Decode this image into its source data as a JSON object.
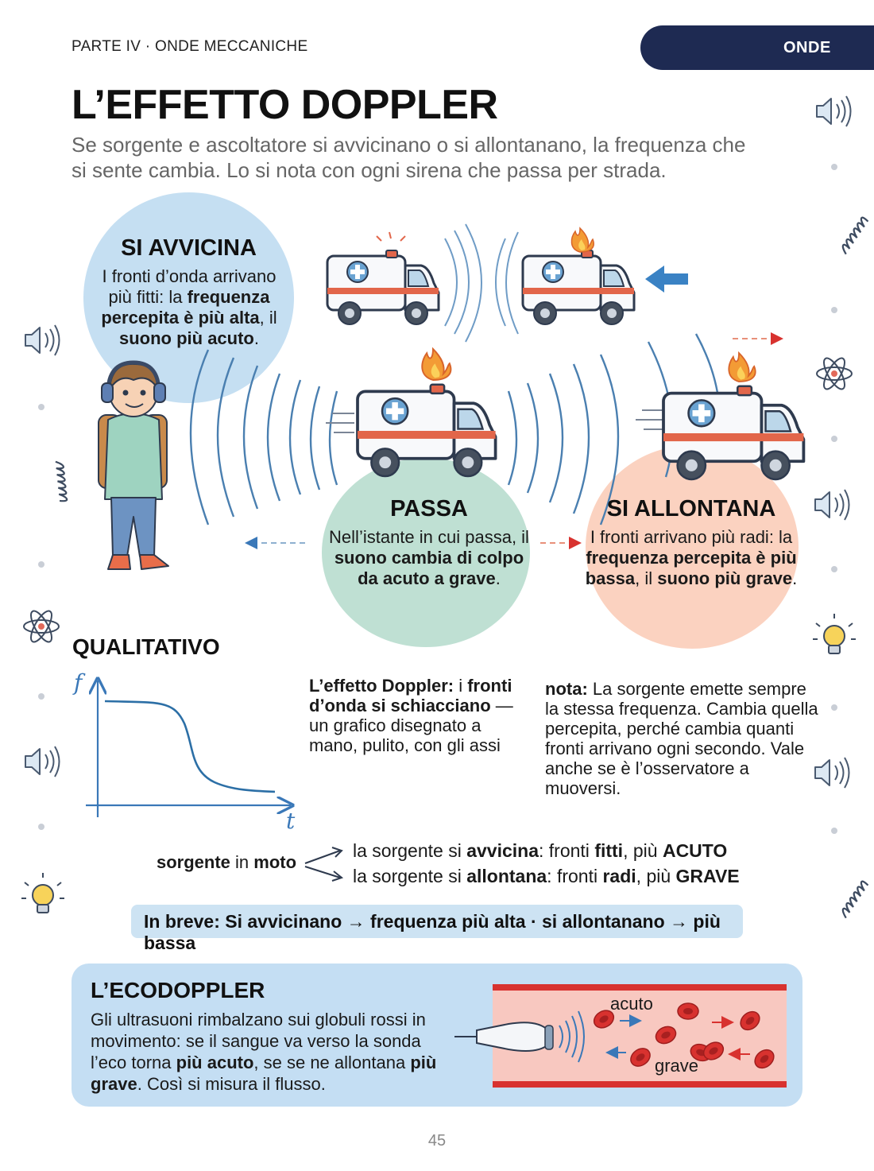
{
  "header": {
    "section": "PARTE IV · ONDE MECCANICHE",
    "tab": "ONDE"
  },
  "title": "L’EFFETTO DOPPLER",
  "intro": "Se sorgente e ascoltatore si avvicinano o si allontanano, la frequenza che si sente cambia. Lo si nota con ogni sirena che passa per strada.",
  "approach": {
    "title": "SI AVVICINA",
    "parts": [
      {
        "t": "I fronti d’onda arrivano più fitti: la ",
        "b": false
      },
      {
        "t": "frequenza percepita è più alta",
        "b": true
      },
      {
        "t": ", il ",
        "b": false
      },
      {
        "t": "suono più acuto",
        "b": true
      },
      {
        "t": ".",
        "b": false
      }
    ]
  },
  "pass": {
    "title": "PASSA",
    "parts": [
      {
        "t": "Nell’istante in cui passa, il ",
        "b": false
      },
      {
        "t": "suono cambia di colpo da acuto a grave",
        "b": true
      },
      {
        "t": ".",
        "b": false
      }
    ]
  },
  "recede": {
    "title": "SI ALLONTANA",
    "parts": [
      {
        "t": "I fronti arrivano più radi: la ",
        "b": false
      },
      {
        "t": "frequenza percepita è più bassa",
        "b": true
      },
      {
        "t": ", il ",
        "b": false
      },
      {
        "t": "suono più grave",
        "b": true
      },
      {
        "t": ".",
        "b": false
      }
    ]
  },
  "qualitative": {
    "title": "QUALITATIVO",
    "y_label": "f",
    "x_label": "t"
  },
  "doppler_note": {
    "parts": [
      {
        "t": "L’effetto Doppler:",
        "b": true
      },
      {
        "t": " i ",
        "b": false
      },
      {
        "t": "fronti d’onda si schiacciano",
        "b": true
      },
      {
        "t": " — un grafico disegnato a mano, pulito, con gli assi",
        "b": false
      }
    ]
  },
  "nota": {
    "parts": [
      {
        "t": "nota:",
        "b": true
      },
      {
        "t": " La sorgente emette sempre la stessa frequenza. Cambia quella percepita, perché cambia quanti fronti arrivano ogni secondo. Vale anche se è l’osservatore a muoversi.",
        "b": false
      }
    ]
  },
  "motion": {
    "label_parts": [
      {
        "t": "sorgente",
        "b": true
      },
      {
        "t": " in ",
        "b": false
      },
      {
        "t": "moto",
        "b": true
      }
    ],
    "line1": [
      {
        "t": "la sorgente si ",
        "b": false
      },
      {
        "t": "avvicina",
        "b": true
      },
      {
        "t": ": fronti ",
        "b": false
      },
      {
        "t": "fitti",
        "b": true
      },
      {
        "t": ", più ",
        "b": false
      },
      {
        "t": "ACUTO",
        "b": true
      }
    ],
    "line2": [
      {
        "t": "la sorgente si ",
        "b": false
      },
      {
        "t": "allontana",
        "b": true
      },
      {
        "t": ": fronti ",
        "b": false
      },
      {
        "t": "radi",
        "b": true
      },
      {
        "t": ", più ",
        "b": false
      },
      {
        "t": "GRAVE",
        "b": true
      }
    ]
  },
  "summary": "In breve: Si avvicinano → frequenza più alta · si allontanano → più bassa",
  "ecodoppler": {
    "title": "L’ECODOPPLER",
    "parts": [
      {
        "t": "Gli ultrasuoni rimbalzano sui globuli rossi in movimento: se il sangue va verso la sonda l’eco torna ",
        "b": false
      },
      {
        "t": "più acuto",
        "b": true
      },
      {
        "t": ", se se ne allontana ",
        "b": false
      },
      {
        "t": "più grave",
        "b": true
      },
      {
        "t": ". Così si misura il flusso.",
        "b": false
      }
    ],
    "label_high": "acuto",
    "label_low": "grave"
  },
  "page_number": "45",
  "colors": {
    "navy": "#1e2a52",
    "blue_circle": "#c5dff2",
    "green_circle": "#bfe0d3",
    "peach_circle": "#fbd2c0",
    "wave_blue": "#4a7fb0",
    "ambulance_red": "#e2664a",
    "blood_red": "#d8322f"
  },
  "icons": [
    "speaker-icon",
    "spring-icon",
    "atom-icon",
    "lightbulb-icon",
    "dot-icon",
    "flame-icon",
    "siren-icon",
    "medical-cross-icon",
    "headphones-icon",
    "ultrasound-probe-icon",
    "red-blood-cell-icon"
  ]
}
